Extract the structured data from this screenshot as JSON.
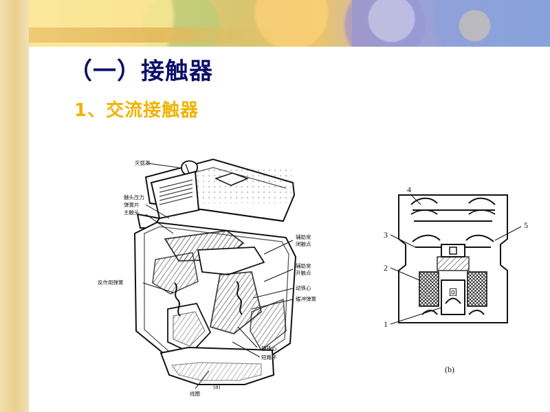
{
  "slide": {
    "title": "（一）接触器",
    "subtitle": "1、交流接触器"
  },
  "figure_a": {
    "caption": "(a)",
    "labels": {
      "arc_cover": "灭弧罩",
      "contact_pressure_spring": "触头压力",
      "spring_sheet": "弹簧片",
      "main_contact": "主触头",
      "aux_nc_contact_top": "辅助常",
      "aux_nc_contact_bottom": "闭触点",
      "aux_no_contact_top": "辅助常",
      "aux_no_contact_bottom": "开触点",
      "reaction_spring": "反作用弹簧",
      "moving_core": "动铁心",
      "buffer_spring": "缓冲弹簧",
      "static_core": "静铁心",
      "shorting_ring": "短路环",
      "coil": "线圈"
    }
  },
  "figure_b": {
    "caption": "(b)",
    "numbers": [
      "1",
      "2",
      "3",
      "4",
      "5"
    ],
    "inner_label": "回"
  }
}
